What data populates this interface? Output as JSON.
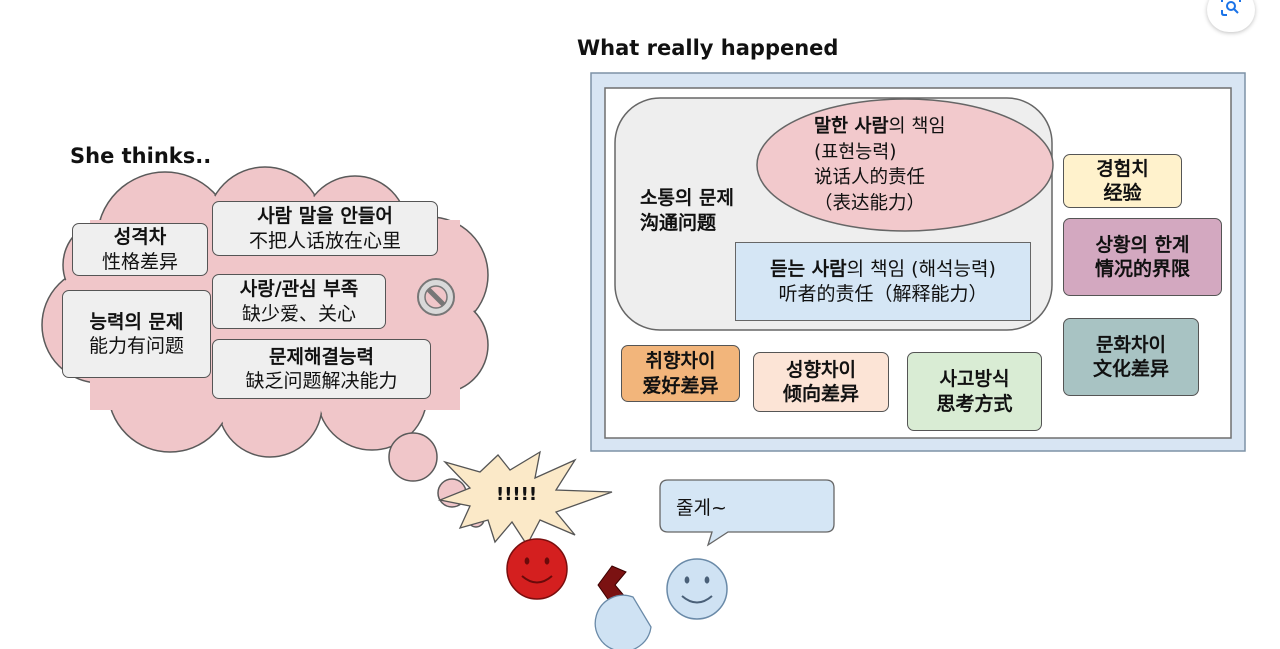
{
  "colors": {
    "cloud": "#f0c6c9",
    "panel_frame": "#d8e5f3",
    "panel_border": "#7d92a6",
    "gray_box": "#eeeeee",
    "pink_ellipse": "#f2c9cc",
    "blue_box": "#d5e6f5",
    "yellow_box": "#fff2cc",
    "mauve_box": "#d3a8c0",
    "teal_box": "#a8c3c3",
    "orange_box": "#f2b57b",
    "peach_box": "#fce4d6",
    "green_box": "#d9ecd4",
    "red_face": "#d41f1f",
    "blue_face": "#cfe2f3",
    "arrow": "#7b1212",
    "burst": "#fbe9c8"
  },
  "she_thinks": {
    "title": "She thinks..",
    "personality": {
      "ko": "성격차",
      "zh": "性格差异"
    },
    "not_listening": {
      "ko": "사람 말을 안들어",
      "zh": "不把人话放在心里"
    },
    "love_lack": {
      "ko": "사랑/관심 부족",
      "zh": "缺少爱、关心"
    },
    "ability": {
      "ko": "능력의 문제",
      "zh": "能力有问题"
    },
    "problem_solving": {
      "ko": "문제해결능력",
      "zh": "缺乏问题解决能力"
    },
    "icon": "prohibited-icon"
  },
  "what_happened": {
    "title": "What really happened",
    "communication": {
      "ko": "소통의 문제",
      "zh": "沟通问题"
    },
    "speaker": {
      "ko_bold": "말한 사람",
      "ko_rest": "의 책임",
      "ko_paren": "(표현능력)",
      "zh": "说话人的责任",
      "zh_paren": "（表达能力）"
    },
    "listener": {
      "ko_bold": "듣는 사람",
      "ko_rest": "의 책임 (해석능력)",
      "zh": "听者的责任（解释能力）"
    },
    "experience": {
      "ko": "경험치",
      "zh": "经验"
    },
    "situation": {
      "ko": "상황의 한계",
      "zh": "情况的界限"
    },
    "culture": {
      "ko": "문화차이",
      "zh": "文化差异"
    },
    "taste": {
      "ko": "취향차이",
      "zh": "爱好差异"
    },
    "tendency": {
      "ko": "성향차이",
      "zh": "倾向差异"
    },
    "thinking": {
      "ko": "사고방식",
      "zh": "思考方式"
    }
  },
  "scene": {
    "exclaim": "!!!!!",
    "speech": "줄게~"
  },
  "screen_icon": "lens-icon"
}
